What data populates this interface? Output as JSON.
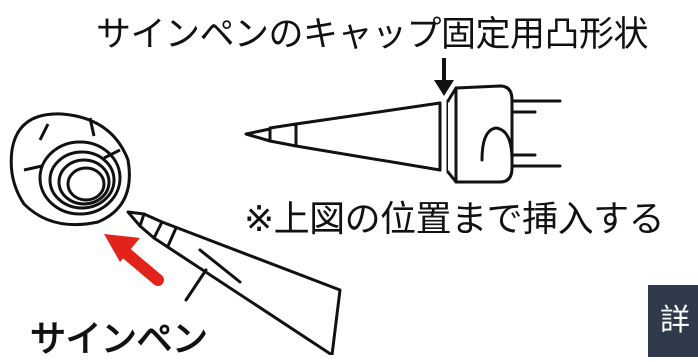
{
  "labels": {
    "top_caption": "サインペンのキャップ固定用凸形状",
    "insert_note": "※上図の位置まで挿入する",
    "pen_label": "サインペン",
    "detail_badge": "詳"
  },
  "colors": {
    "line": "#111111",
    "arrow_red": "#e2231a",
    "badge_bg": "#2e3a4a"
  }
}
